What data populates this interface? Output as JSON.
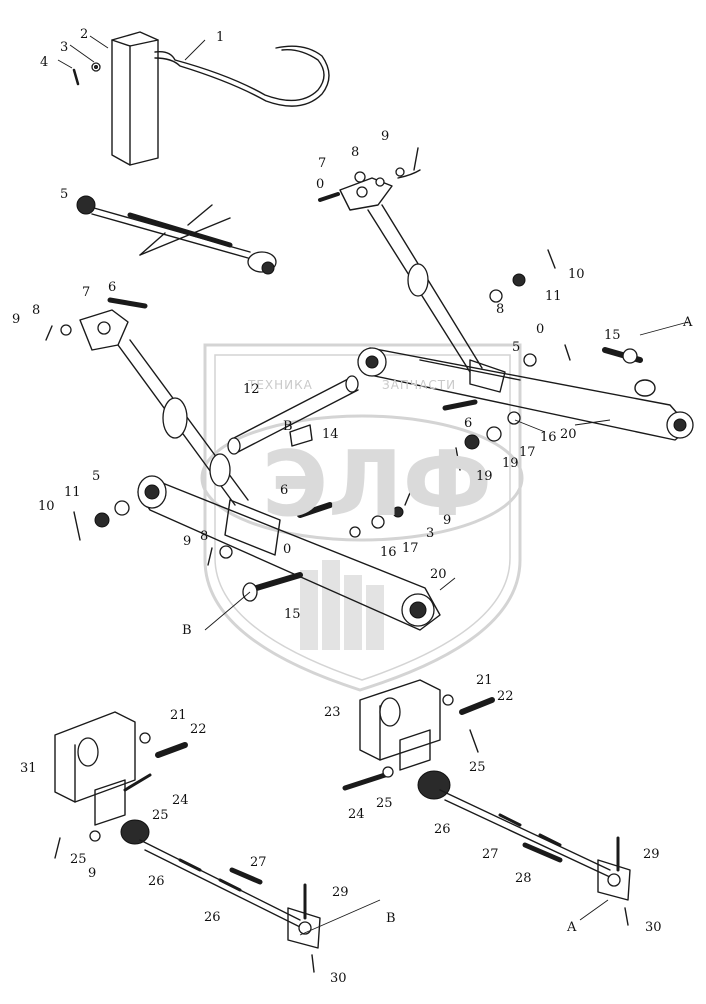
{
  "watermark": {
    "top_text_left": "ТЕХНИКА",
    "top_text_right": "ЗАПЧАСТИ",
    "logo_text": "ЭЛФ",
    "color": "#d0d0d0"
  },
  "callouts": [
    {
      "id": "c1",
      "text": "1"
    },
    {
      "id": "c2",
      "text": "2"
    },
    {
      "id": "c3",
      "text": "3"
    },
    {
      "id": "c4",
      "text": "4"
    },
    {
      "id": "c5a",
      "text": "5"
    },
    {
      "id": "c0a",
      "text": "0"
    },
    {
      "id": "c7a",
      "text": "7"
    },
    {
      "id": "c8a",
      "text": "8"
    },
    {
      "id": "c9a",
      "text": "9"
    },
    {
      "id": "c10a",
      "text": "10"
    },
    {
      "id": "c11a",
      "text": "11"
    },
    {
      "id": "c8b",
      "text": "8"
    },
    {
      "id": "c0b",
      "text": "0"
    },
    {
      "id": "c5b",
      "text": "5"
    },
    {
      "id": "c15a",
      "text": "15"
    },
    {
      "id": "cA1",
      "text": "A"
    },
    {
      "id": "c7b",
      "text": "7"
    },
    {
      "id": "c6a",
      "text": "6"
    },
    {
      "id": "c8c",
      "text": "8"
    },
    {
      "id": "c9b",
      "text": "9"
    },
    {
      "id": "c12",
      "text": "12"
    },
    {
      "id": "cB1",
      "text": "B"
    },
    {
      "id": "c14",
      "text": "14"
    },
    {
      "id": "c6b",
      "text": "6"
    },
    {
      "id": "c16a",
      "text": "16"
    },
    {
      "id": "c17a",
      "text": "17"
    },
    {
      "id": "c20a",
      "text": "20"
    },
    {
      "id": "c19a",
      "text": "19"
    },
    {
      "id": "c19b",
      "text": "19"
    },
    {
      "id": "c6c",
      "text": "6"
    },
    {
      "id": "c5c",
      "text": "5"
    },
    {
      "id": "c11b",
      "text": "11"
    },
    {
      "id": "c10b",
      "text": "10"
    },
    {
      "id": "c3b",
      "text": "3"
    },
    {
      "id": "c9c",
      "text": "9"
    },
    {
      "id": "c17b",
      "text": "17"
    },
    {
      "id": "c16b",
      "text": "16"
    },
    {
      "id": "c9d",
      "text": "9"
    },
    {
      "id": "c8d",
      "text": "8"
    },
    {
      "id": "c0c",
      "text": "0"
    },
    {
      "id": "c20b",
      "text": "20"
    },
    {
      "id": "cB2",
      "text": "B"
    },
    {
      "id": "c15b",
      "text": "15"
    },
    {
      "id": "c21a",
      "text": "21"
    },
    {
      "id": "c22a",
      "text": "22"
    },
    {
      "id": "c23a",
      "text": "23"
    },
    {
      "id": "c25a",
      "text": "25"
    },
    {
      "id": "c25b",
      "text": "25"
    },
    {
      "id": "c24a",
      "text": "24"
    },
    {
      "id": "c26a",
      "text": "26"
    },
    {
      "id": "c27a",
      "text": "27"
    },
    {
      "id": "c28",
      "text": "28"
    },
    {
      "id": "c29a",
      "text": "29"
    },
    {
      "id": "cA2",
      "text": "A"
    },
    {
      "id": "c30a",
      "text": "30"
    },
    {
      "id": "c31",
      "text": "31"
    },
    {
      "id": "c21b",
      "text": "21"
    },
    {
      "id": "c22b",
      "text": "22"
    },
    {
      "id": "c24b",
      "text": "24"
    },
    {
      "id": "c25c",
      "text": "25"
    },
    {
      "id": "c25d",
      "text": "25"
    },
    {
      "id": "c9e",
      "text": "9"
    },
    {
      "id": "c26b",
      "text": "26"
    },
    {
      "id": "c27b",
      "text": "27"
    },
    {
      "id": "c29b",
      "text": "29"
    },
    {
      "id": "c26c",
      "text": "26"
    },
    {
      "id": "cB3",
      "text": "B"
    },
    {
      "id": "c30b",
      "text": "30"
    }
  ]
}
